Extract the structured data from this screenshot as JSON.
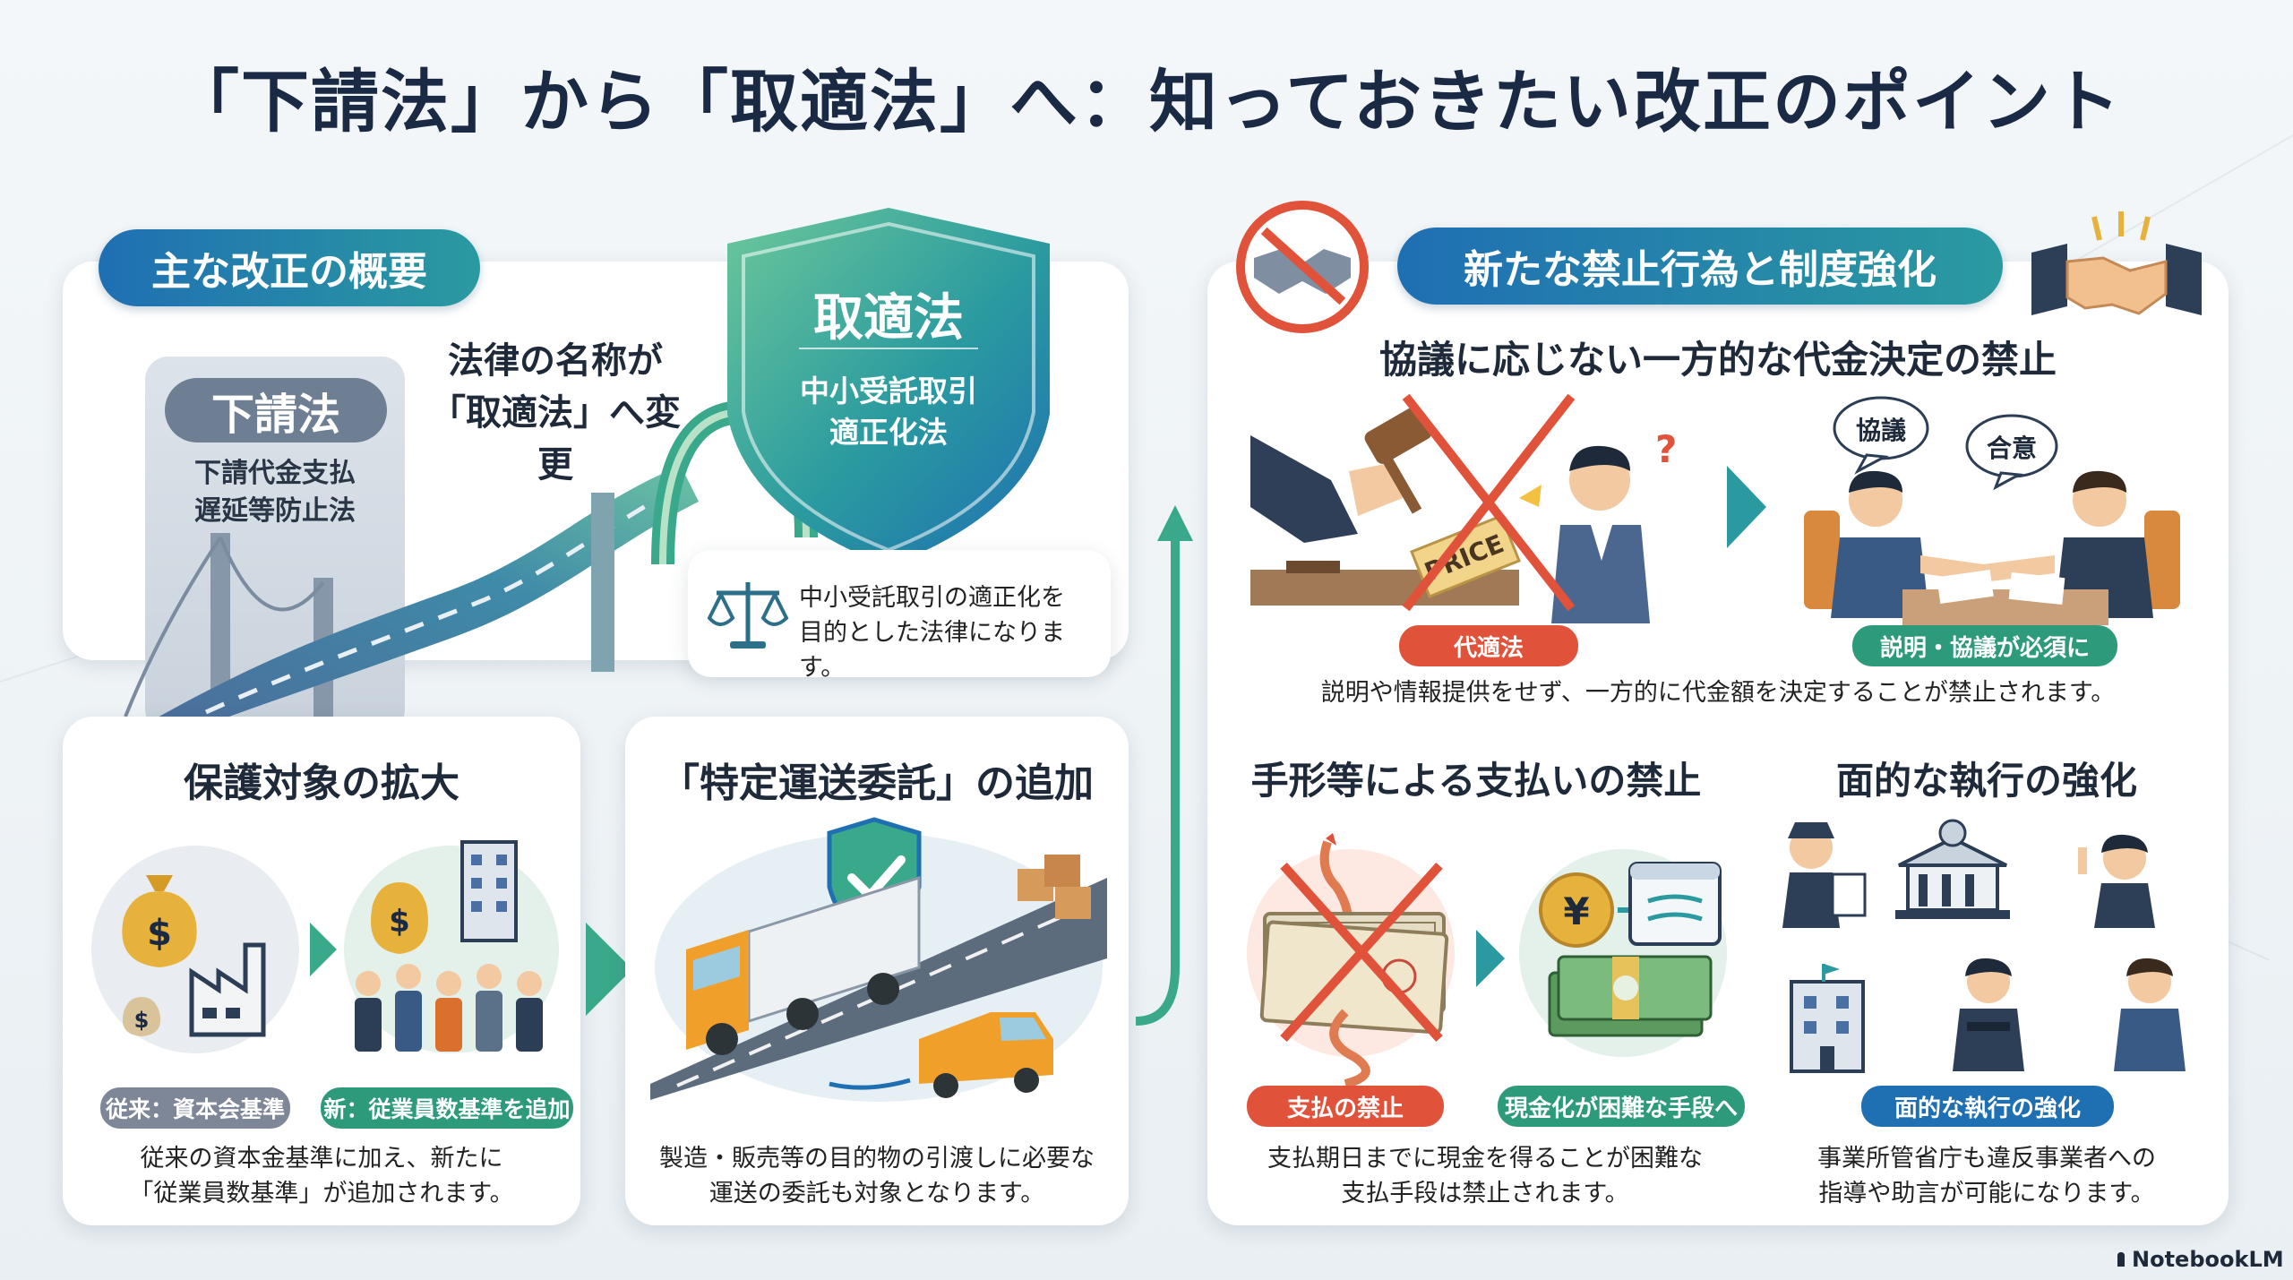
{
  "title": "「下請法」から「取適法」へ：知っておきたい改正のポイント",
  "overview": {
    "pill": "主な改正の概要",
    "old_name": "下請法",
    "old_full": [
      "下請代金支払",
      "遅延等防止法"
    ],
    "change_text": [
      "法律の名称が",
      "「取適法」へ変更"
    ],
    "new_name": "取適法",
    "new_full": [
      "中小受託取引",
      "適正化法"
    ],
    "purpose": [
      "中小受託取引の適正化を",
      "目的とした法律になります。"
    ]
  },
  "protection": {
    "heading": "保護対象の拡大",
    "tag_old": "従来：資本会基準",
    "tag_new": "新：従業員数基準を追加",
    "desc": [
      "従来の資本金基準に加え、新たに",
      "「従業員数基準」が追加されます。"
    ]
  },
  "transport": {
    "heading": "「特定運送委託」の追加",
    "desc": [
      "製造・販売等の目的物の引渡しに必要な",
      "運送の委託も対象となります。"
    ]
  },
  "prohibitions": {
    "pill": "新たな禁止行為と制度強化",
    "unilateral": {
      "heading": "協議に応じない一方的な代金決定の禁止",
      "tag_bad": "代適法",
      "tag_good": "説明・協議が必須に",
      "bubble1": "協議",
      "bubble2": "合意",
      "price_label": "PRICE",
      "desc": "説明や情報提供をせず、一方的に代金額を決定することが禁止されます。"
    },
    "bill": {
      "heading": "手形等による支払いの禁止",
      "tag_bad": "支払の禁止",
      "tag_good": "現金化が困難な手段へ",
      "yen": "¥",
      "desc": [
        "支払期日までに現金を得ることが困難な",
        "支払手段は禁止されます。"
      ]
    },
    "enforcement": {
      "heading": "面的な執行の強化",
      "tag": "面的な執行の強化",
      "desc": [
        "事業所管省庁も違反事業者への",
        "指導や助言が可能になります。"
      ]
    }
  },
  "footer": {
    "brand": "NotebookLM"
  },
  "colors": {
    "navy": "#1b2a44",
    "teal": "#2a9aa0",
    "blue": "#1f6fb3",
    "red": "#e0523a",
    "green": "#3aa88a"
  }
}
